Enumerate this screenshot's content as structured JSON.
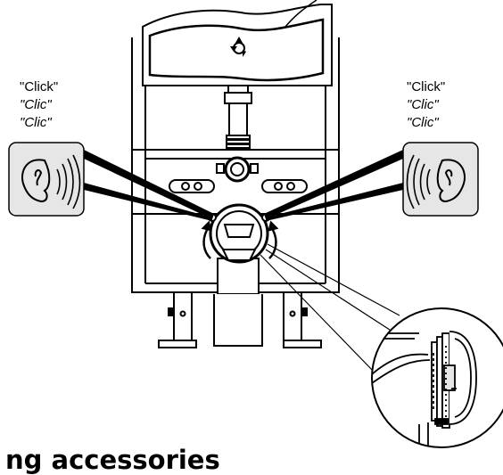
{
  "sounds": {
    "left": [
      "\"Click\"",
      "\"Clic\"",
      "\"Clic\""
    ],
    "right": [
      "\"Click\"",
      "\"Clic\"",
      "\"Clic\""
    ]
  },
  "heading": "ng accessories",
  "icons": [
    "ear-icon",
    "sound-waves-icon",
    "recycle-icon",
    "curved-arrow-icon"
  ],
  "colors": {
    "ink": "#000000",
    "background": "#ffffff",
    "shade": "#e6e6e6"
  }
}
